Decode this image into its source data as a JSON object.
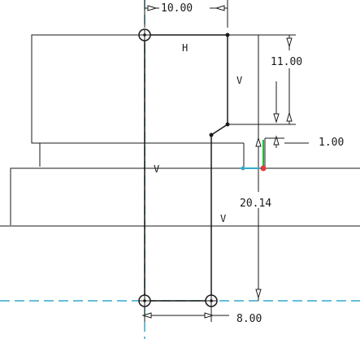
{
  "colors": {
    "geometry": "#1a1a1a",
    "centerline": "#33aacc",
    "selected_vertex": "#e23a3a",
    "highlight": "#22bb33",
    "background": "#ffffff"
  },
  "dimensions": {
    "top_horizontal": "10.00",
    "right_vertical": "11.00",
    "small_gap": "1.00",
    "height": "20.14",
    "bottom_horizontal": "8.00"
  },
  "constraints": {
    "horizontal_top": "H",
    "vertical_right": "V",
    "vertical_center": "V",
    "vertical_lower": "V"
  },
  "icons": {
    "anchor": "crosshair-anchor-icon",
    "vertex": "vertex-dot-icon"
  }
}
